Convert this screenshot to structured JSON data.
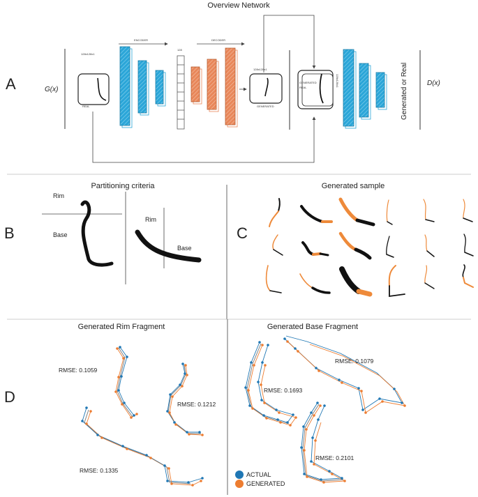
{
  "overview_title": "Overview Network",
  "panel_letters": [
    "A",
    "B",
    "C",
    "D"
  ],
  "g_label": "G(x)",
  "d_label": "D(x)",
  "encoder_label": "ENCODER",
  "decoder_label": "DECODER",
  "latent_size": "128",
  "input_size": "128x128x1",
  "output_size": "128x128x1",
  "disc_size": "128x128x1",
  "real_label": "REAL",
  "generated_label": "GENERATED",
  "disc_generated_label": "GENERATED",
  "disc_real_label": "REAL",
  "output_text": "Generated or Real",
  "partition_title": "Partitioning criteria",
  "rim_label": "Rim",
  "base_label": "Base",
  "sample_title": "Generated sample",
  "rim_fragment_title": "Generated Rim Fragment",
  "base_fragment_title": "Generated Base Fragment",
  "rmse": {
    "rim1": "RMSE: 0.1059",
    "rim2": "RMSE: 0.1212",
    "rim3": "RMSE: 0.1335",
    "base1": "RMSE: 0.1079",
    "base2": "RMSE: 0.1693",
    "base3": "RMSE: 0.2101"
  },
  "legend": {
    "actual": "ACTUAL",
    "generated": "GENERATED"
  },
  "colors": {
    "encoder_blue": "#2ba6d8",
    "decoder_orange": "#e8875a",
    "actual_blue": "#1f77b4",
    "generated_orange": "#ed7d31",
    "sample_orange": "#ee8a3a"
  }
}
